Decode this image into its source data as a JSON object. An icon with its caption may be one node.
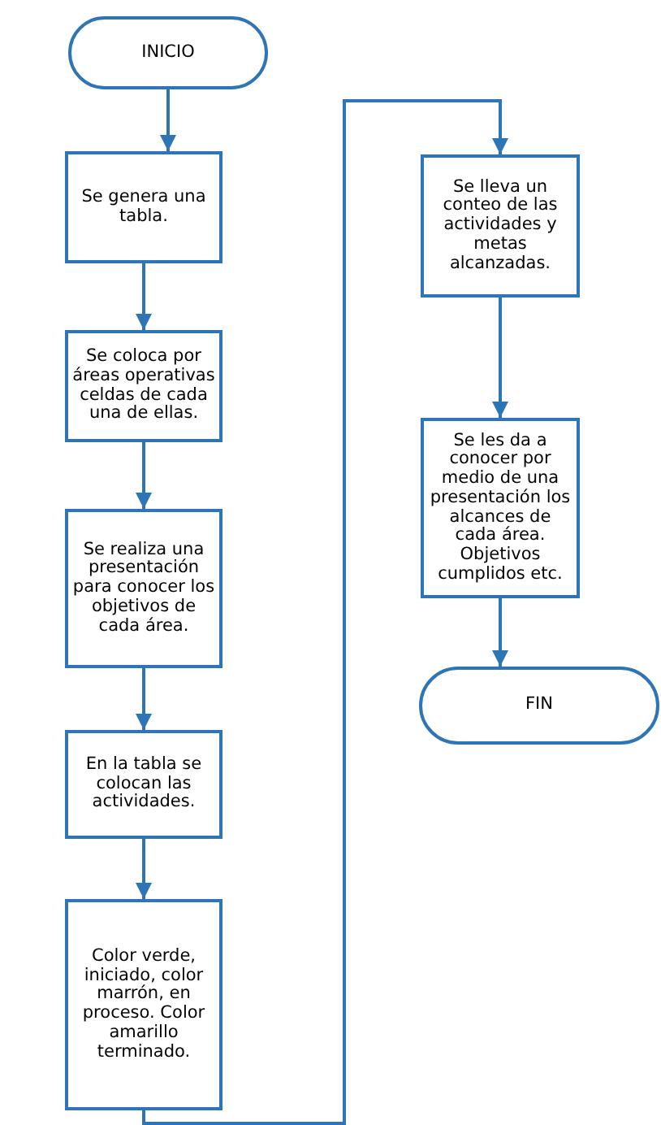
{
  "diagram": {
    "nodes": [
      {
        "text": [
          "INICIO"
        ]
      },
      {
        "text": [
          "Se genera una tabla."
        ]
      },
      {
        "text": [
          "Se coloca por áreas operativas celdas de cada una de ellas."
        ]
      },
      {
        "text": [
          "Se realiza una presentación para conocer los objetivos de cada área."
        ]
      },
      {
        "text": [
          "En la tabla se colocan las actividades."
        ]
      },
      {
        "text": [
          "Color verde, iniciado, color marrón, en proceso. Color amarillo terminado."
        ]
      },
      {
        "text": [
          "Se lleva un conteo de las actividades y metas alcanzadas."
        ]
      },
      {
        "text": [
          "Se les da a conocer por medio de una presentación los alcances de cada área. Objetivos cumplidos etc."
        ]
      },
      {
        "text": [
          "FIN"
        ]
      }
    ],
    "edges": [
      {
        "from": 0,
        "to": 1,
        "arrow": "to"
      },
      {
        "from": 1,
        "to": 2,
        "arrow": "to"
      },
      {
        "from": 2,
        "to": 3,
        "arrow": "to"
      },
      {
        "from": 3,
        "to": 4,
        "arrow": "to"
      },
      {
        "from": 4,
        "to": 5,
        "arrow": "to"
      },
      {
        "from": 5,
        "to": 6,
        "arrow": "to"
      },
      {
        "from": 6,
        "to": 7,
        "arrow": "to"
      },
      {
        "from": 7,
        "to": 8,
        "arrow": "to"
      }
    ]
  }
}
